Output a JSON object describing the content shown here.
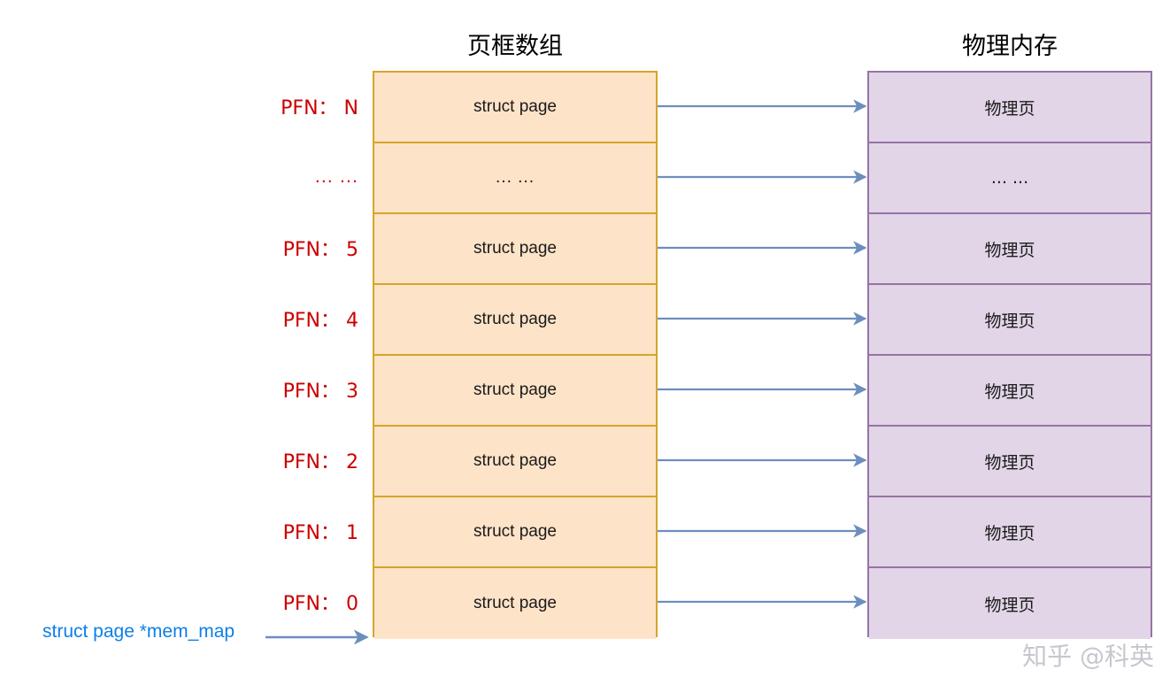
{
  "titles": {
    "left": "页框数组",
    "right": "物理内存"
  },
  "pointer": {
    "label": "struct page *mem_map"
  },
  "watermark": {
    "text": "知乎 @科英"
  },
  "colors": {
    "array_fill": "#FDE3C8",
    "array_border": "#D6A429",
    "memory_fill": "#E1D5E7",
    "memory_border": "#9673A6",
    "arrow": "#6C8EBF",
    "pfn_text": "#CC0000",
    "pointer_text": "#0D7FE8",
    "title_text": "#000000"
  },
  "rows": [
    {
      "pfn": "PFN： N",
      "array_cell": "struct page",
      "memory_cell": "物理页"
    },
    {
      "pfn": "... ...",
      "array_cell": "... ...",
      "memory_cell": "... ..."
    },
    {
      "pfn": "PFN： 5",
      "array_cell": "struct page",
      "memory_cell": "物理页"
    },
    {
      "pfn": "PFN： 4",
      "array_cell": "struct page",
      "memory_cell": "物理页"
    },
    {
      "pfn": "PFN： 3",
      "array_cell": "struct page",
      "memory_cell": "物理页"
    },
    {
      "pfn": "PFN： 2",
      "array_cell": "struct page",
      "memory_cell": "物理页"
    },
    {
      "pfn": "PFN： 1",
      "array_cell": "struct page",
      "memory_cell": "物理页"
    },
    {
      "pfn": "PFN： 0",
      "array_cell": "struct page",
      "memory_cell": "物理页"
    }
  ]
}
